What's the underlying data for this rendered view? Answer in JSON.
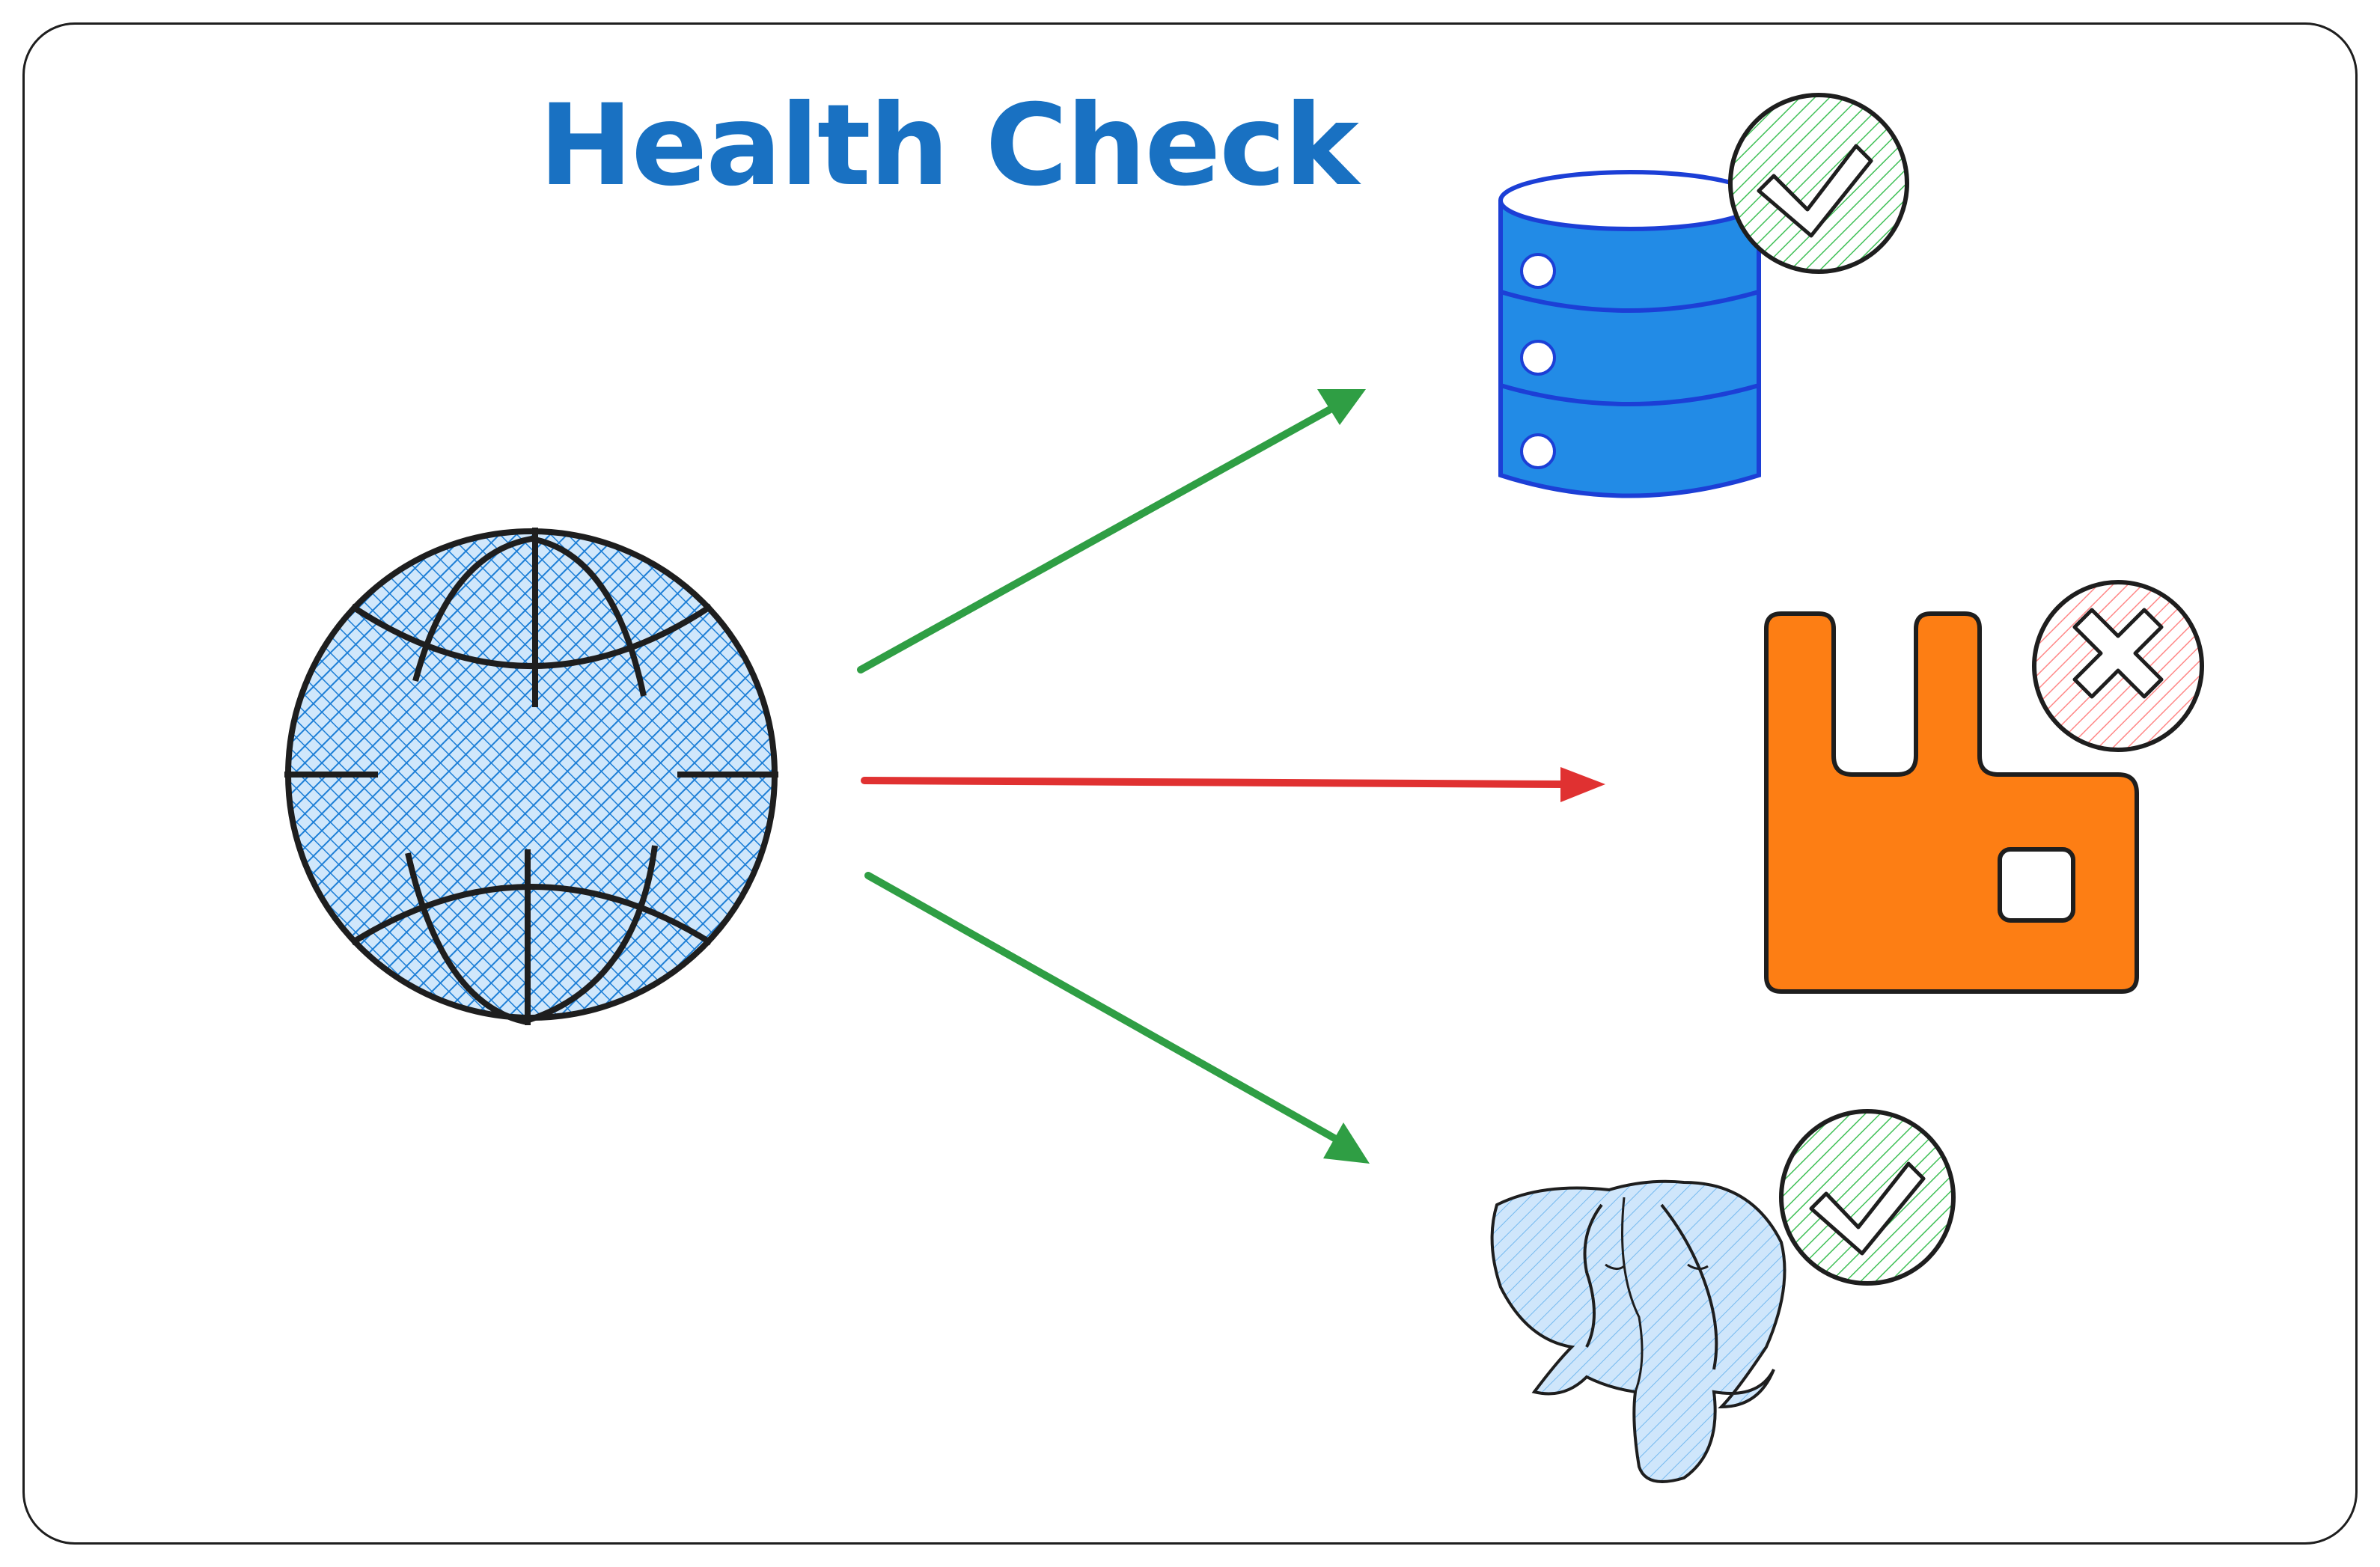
{
  "title": "Health Check",
  "colors": {
    "title": "#1971c2",
    "ok_arrow": "#2f9e44",
    "fail_arrow": "#e03131",
    "globe_fill": "#4a9be0",
    "database_fill": "#228be6",
    "rabbitmq_fill": "#fd7e14",
    "postgres_fill": "#a5d8ff",
    "ok_badge": "#40c057",
    "fail_badge": "#ff8787",
    "stroke": "#1e1e1e"
  },
  "nodes": {
    "source": {
      "icon": "globe-icon"
    },
    "targets": [
      {
        "icon": "database-icon",
        "status": "healthy",
        "badge_icon": "check-icon"
      },
      {
        "icon": "rabbitmq-icon",
        "status": "unhealthy",
        "badge_icon": "x-icon"
      },
      {
        "icon": "postgresql-elephant-icon",
        "status": "healthy",
        "badge_icon": "check-icon"
      }
    ]
  },
  "connections": [
    {
      "from": "source",
      "to": "database",
      "status": "ok"
    },
    {
      "from": "source",
      "to": "rabbitmq",
      "status": "fail"
    },
    {
      "from": "source",
      "to": "postgresql",
      "status": "ok"
    }
  ]
}
